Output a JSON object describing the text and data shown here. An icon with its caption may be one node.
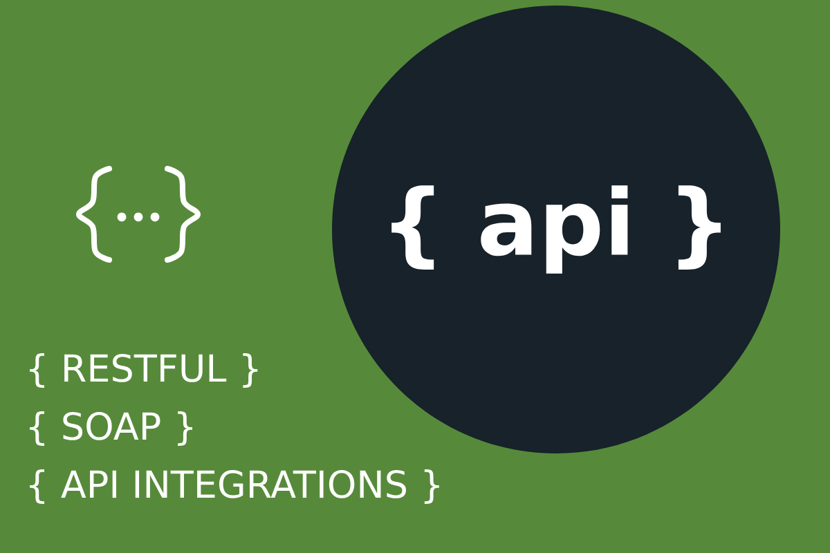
{
  "diagram": {
    "nodes": [
      {
        "text": [
          "{ api }"
        ]
      }
    ],
    "labels": [
      "{ RESTFUL }",
      "{ SOAP }",
      "{ API INTEGRATIONS }"
    ]
  }
}
